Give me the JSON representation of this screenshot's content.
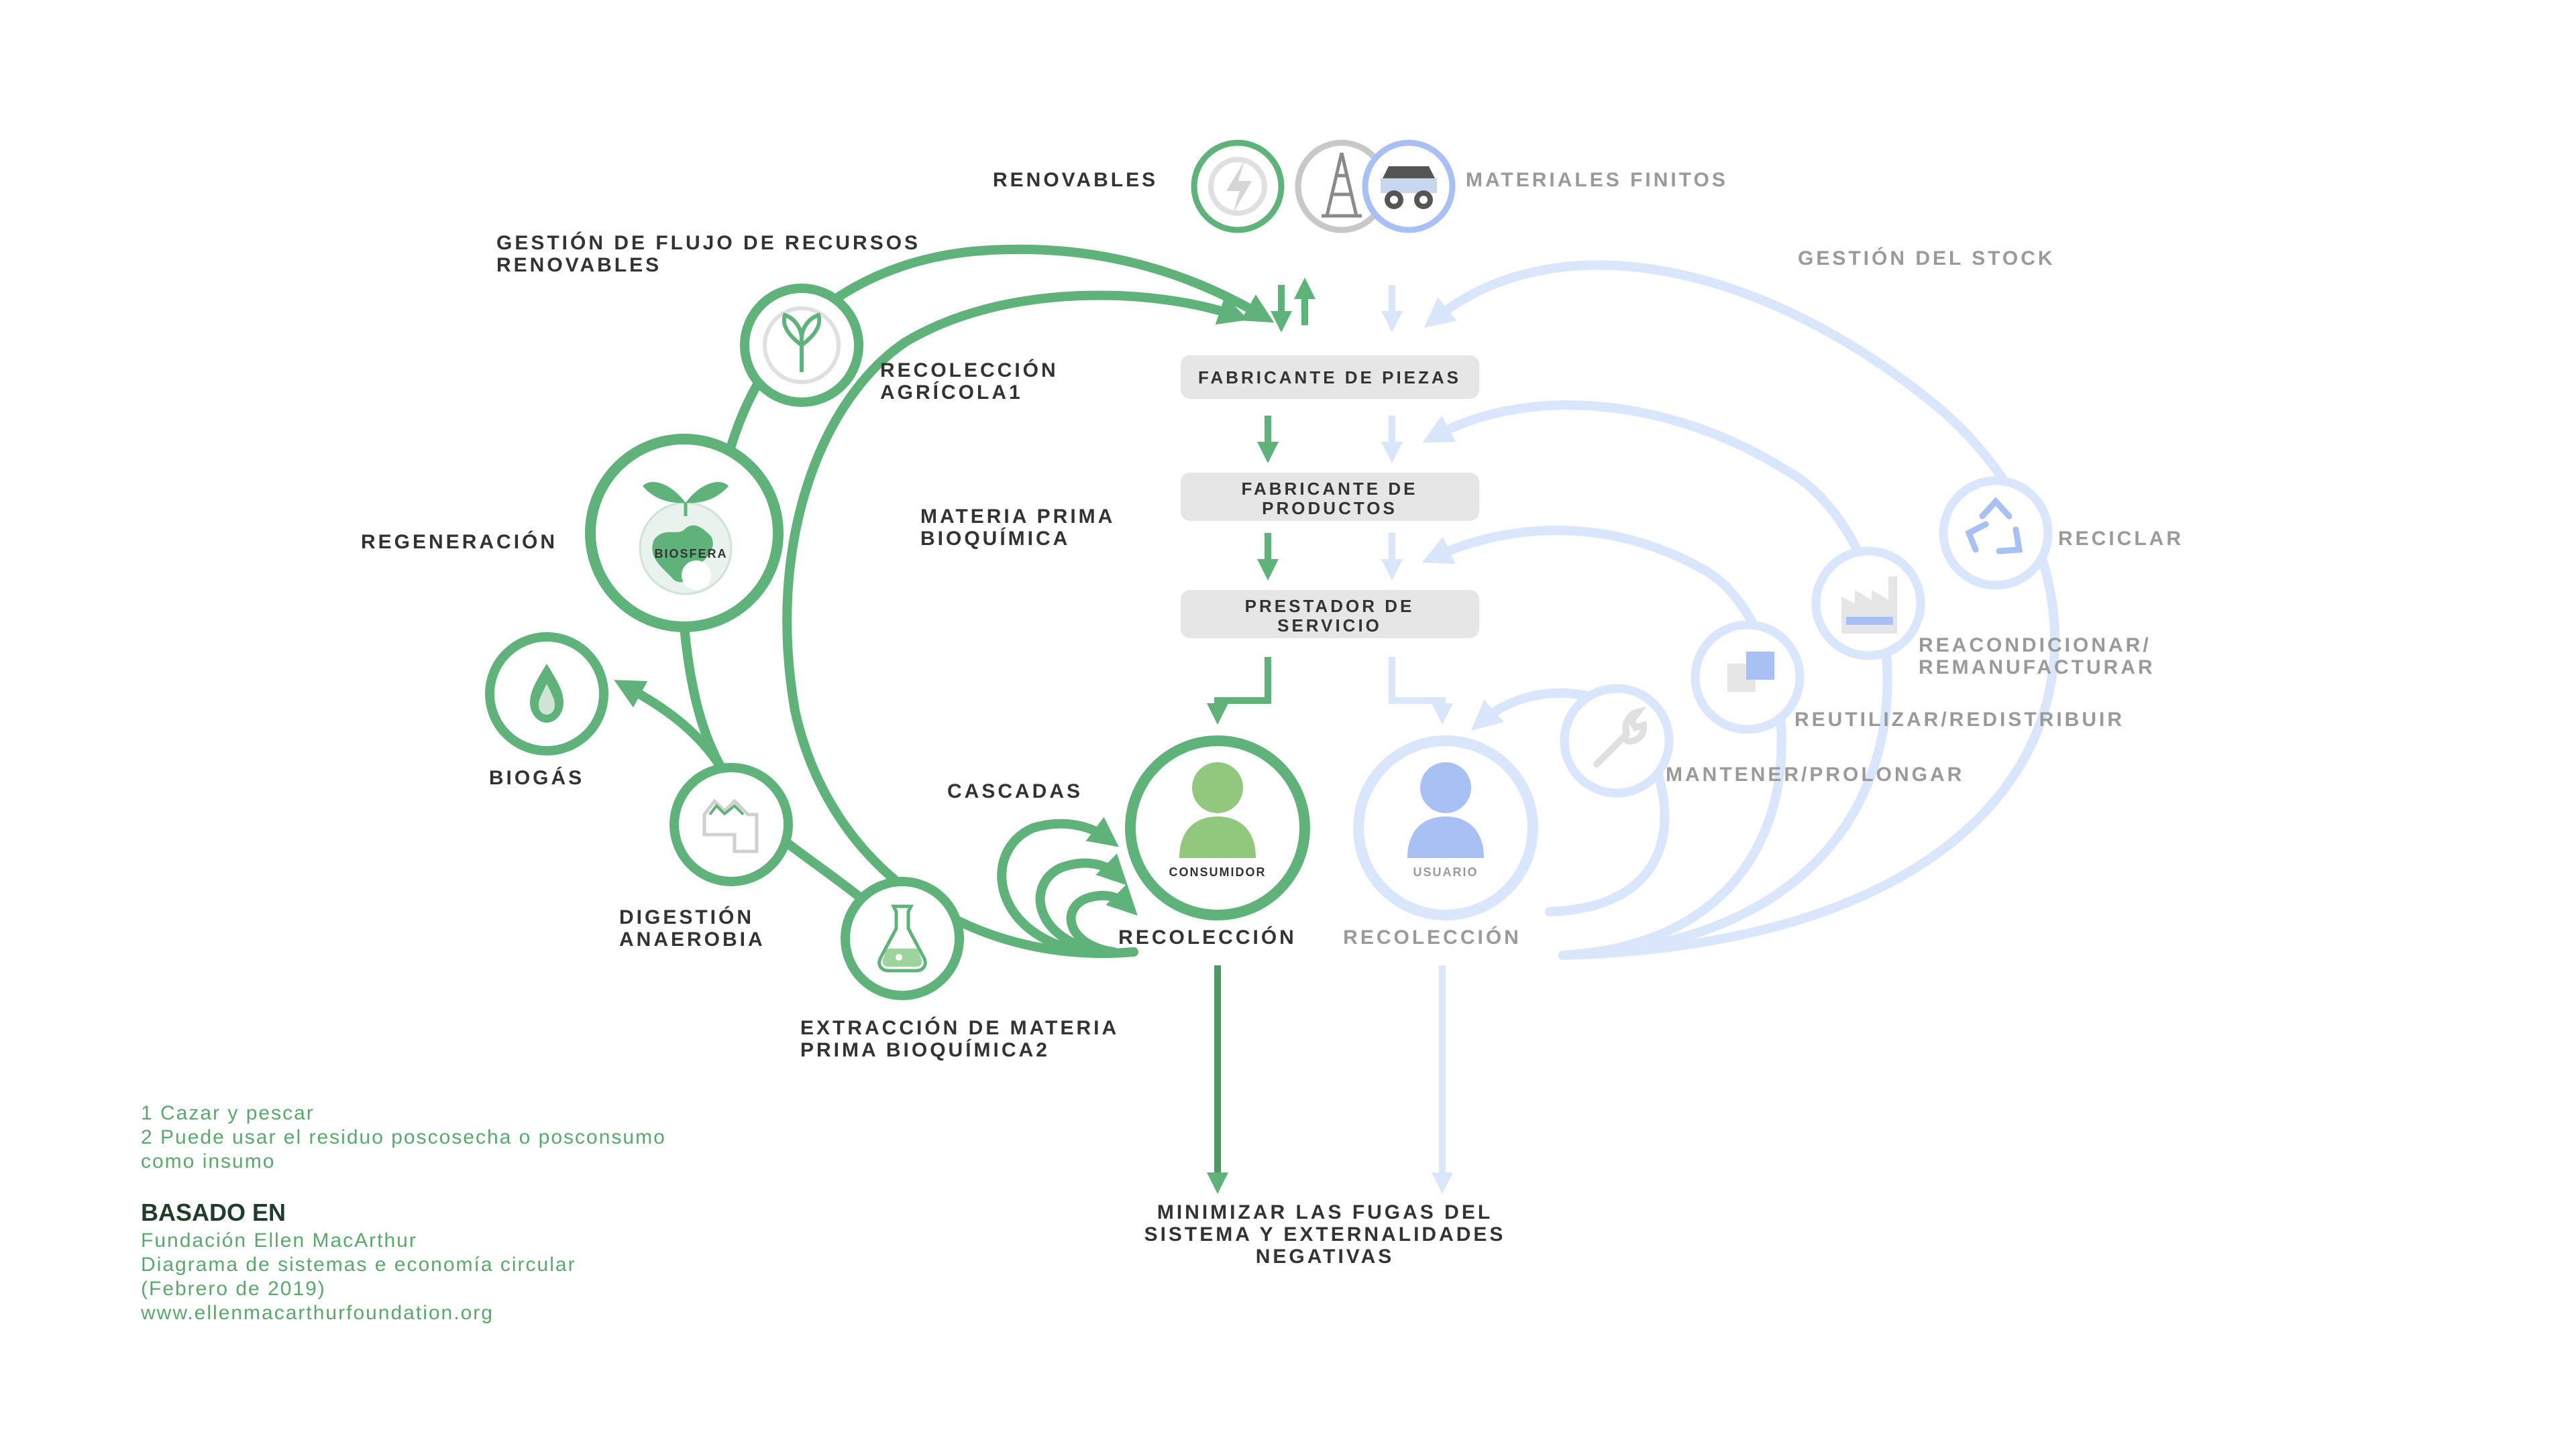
{
  "colors": {
    "green": "#5fb27a",
    "green_dark": "#4a9a62",
    "blue": "#d9e6fb",
    "blue_icon": "#a9c0f5",
    "box": "#e6e6e6"
  },
  "top": {
    "renewables": "RENOVABLES",
    "finite_materials": "MATERIALES FINITOS",
    "icons": [
      "renewable-energy-icon",
      "oil-derrick-icon",
      "mining-truck-icon"
    ]
  },
  "green_side": {
    "flow_management_1": "GESTIÓN DE FLUJO DE RECURSOS",
    "flow_management_2": "RENOVABLES",
    "agri_collection_1": "RECOLECCIÓN",
    "agri_collection_2": "AGRÍCOLA1",
    "regeneration": "REGENERACIÓN",
    "biosphere": "BIOSFERA",
    "biochemical_feedstock_1": "MATERIA PRIMA",
    "biochemical_feedstock_2": "BIOQUÍMICA",
    "biogas": "BIOGÁS",
    "anaerobic_1": "DIGESTIÓN",
    "anaerobic_2": "ANAEROBIA",
    "cascades": "CASCADAS",
    "extraction_1": "EXTRACCIÓN DE MATERIA",
    "extraction_2": "PRIMA BIOQUÍMICA2",
    "consumer": "CONSUMIDOR",
    "collection": "RECOLECCIÓN"
  },
  "center": {
    "parts_maker": "FABRICANTE DE PIEZAS",
    "product_maker_1": "FABRICANTE DE",
    "product_maker_2": "PRODUCTOS",
    "service_provider_1": "PRESTADOR DE",
    "service_provider_2": "SERVICIO",
    "leakage_1": "MINIMIZAR LAS FUGAS DEL",
    "leakage_2": "SISTEMA Y EXTERNALIDADES",
    "leakage_3": "NEGATIVAS"
  },
  "blue_side": {
    "stock_management": "GESTIÓN DEL STOCK",
    "recycle": "RECICLAR",
    "refurbish_1": "REACONDICIONAR/",
    "refurbish_2": "REMANUFACTURAR",
    "reuse": "REUTILIZAR/REDISTRIBUIR",
    "maintain": "MANTENER/PROLONGAR",
    "user": "USUARIO",
    "collection": "RECOLECCIÓN"
  },
  "notes": {
    "note1": "1 Cazar y pescar",
    "note2a": "2 Puede usar el residuo poscosecha o posconsumo",
    "note2b": "como insumo",
    "based_on": "BASADO EN",
    "source1": "Fundación Ellen MacArthur",
    "source2": "Diagrama de sistemas e economía circular",
    "source3": "(Febrero de 2019)",
    "source4": "www.ellenmacarthurfoundation.org"
  }
}
